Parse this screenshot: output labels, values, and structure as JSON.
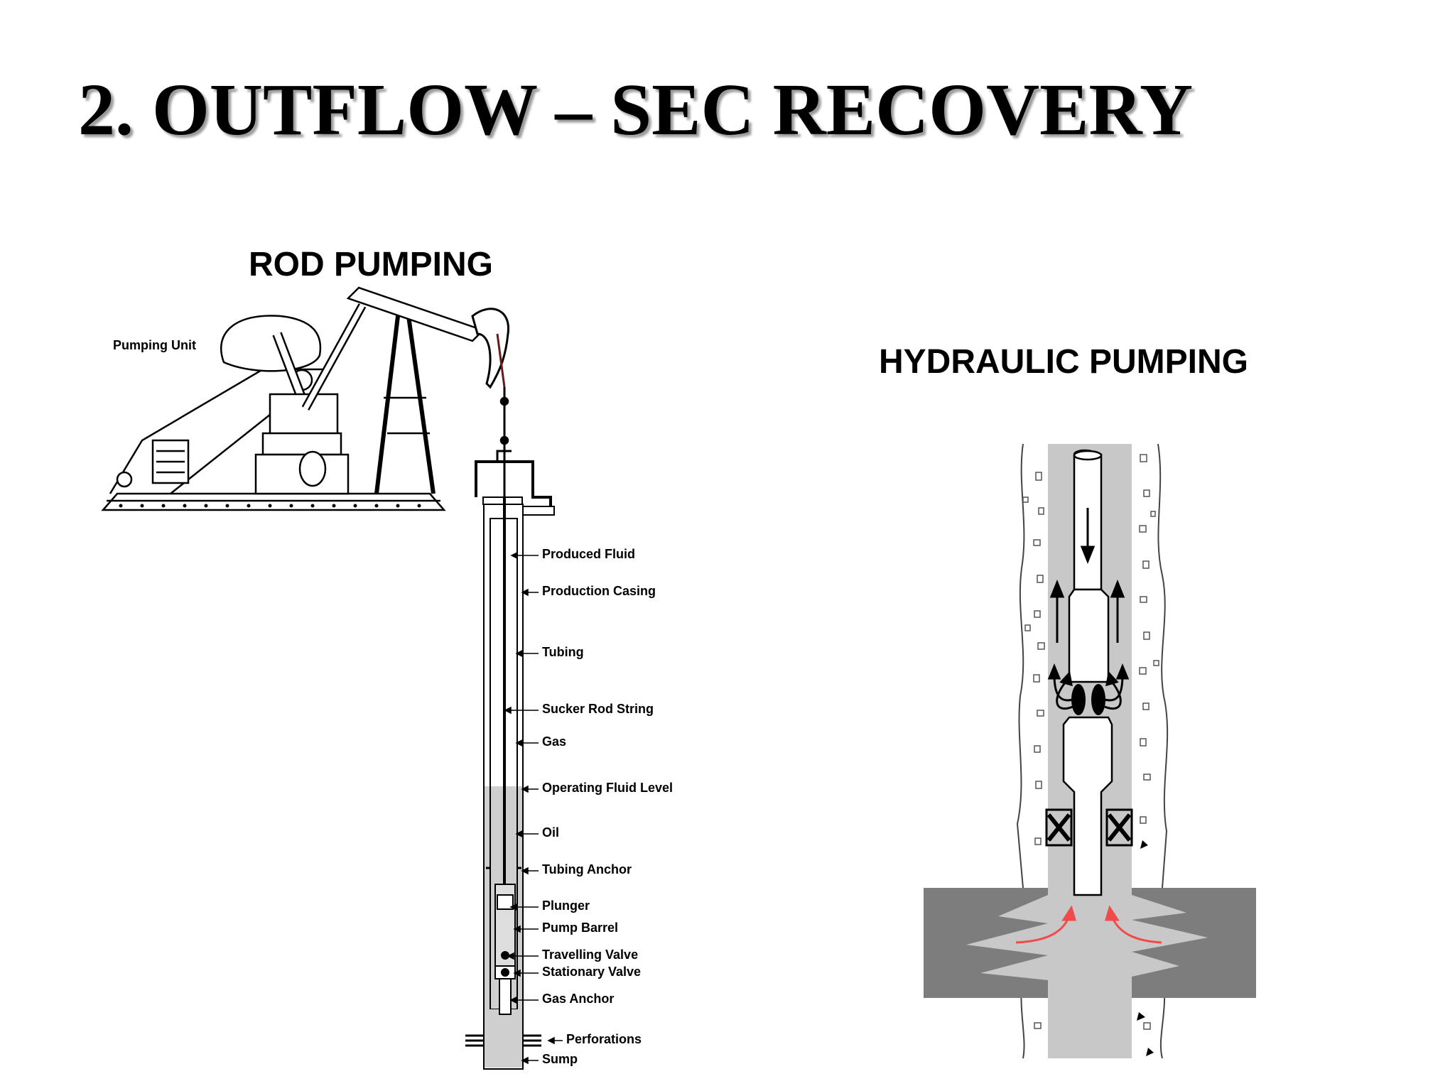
{
  "title": "2. OUTFLOW – SEC RECOVERY",
  "rod": {
    "heading": "ROD PUMPING",
    "pumping_unit": "Pumping Unit",
    "labels": [
      "Produced Fluid",
      "Production Casing",
      "Tubing",
      "Sucker Rod String",
      "Gas",
      "Operating Fluid Level",
      "Oil",
      "Tubing Anchor",
      "Plunger",
      "Pump Barrel",
      "Travelling Valve",
      "Stationary Valve",
      "Gas Anchor",
      "Perforations",
      "Sump"
    ]
  },
  "hydraulic": {
    "heading": "HYDRAULIC PUMPING"
  },
  "colors": {
    "flow_arrow": "#f04a4a",
    "formation": "#7d7d7d",
    "wellbore": "#c8c8c8"
  }
}
